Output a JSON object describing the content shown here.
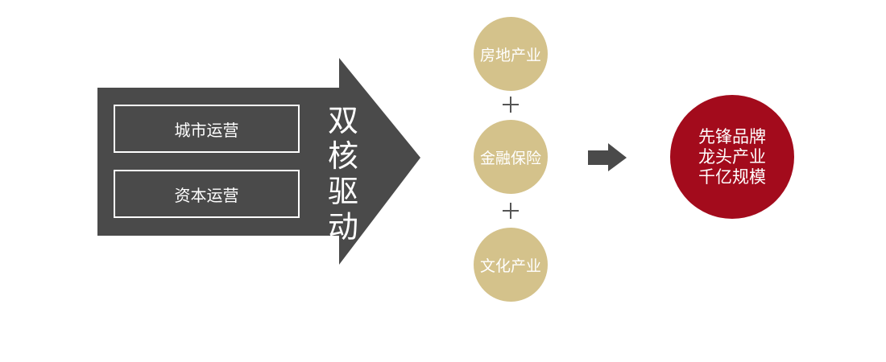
{
  "colors": {
    "arrow": "#4a4a4a",
    "circle_gold": "#d4c28b",
    "result_red": "#a30b1c",
    "plus": "#555555"
  },
  "drivers": {
    "items": [
      "城市运营",
      "资本运营"
    ],
    "arrow_label": "双核驱动"
  },
  "industries": [
    "房地产业",
    "金融保险",
    "文化产业"
  ],
  "connector_symbol": "+",
  "outcome": {
    "lines": [
      "先锋品牌",
      "龙头产业",
      "千亿规模"
    ]
  }
}
